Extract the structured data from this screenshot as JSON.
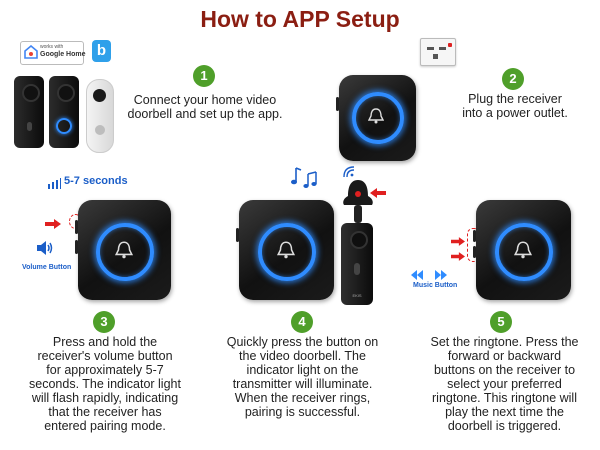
{
  "title": "How to APP Setup",
  "badges": {
    "google_small": "works with",
    "google_main": "Google Home",
    "blink_letter": "b"
  },
  "steps": [
    {
      "num": "1",
      "lines": [
        "Connect your home video",
        "doorbell and set up the app."
      ]
    },
    {
      "num": "2",
      "lines": [
        "Plug the receiver",
        "into a power outlet."
      ]
    },
    {
      "num": "3",
      "lines": [
        "Press and hold the",
        "receiver's volume button",
        "for approximately 5-7",
        "seconds. The indicator light",
        "will flash rapidly, indicating",
        "that the receiver has",
        "entered pairing mode."
      ]
    },
    {
      "num": "4",
      "lines": [
        "Quickly press the button on",
        "the video doorbell. The",
        "indicator light on the",
        "transmitter will illuminate.",
        "When the receiver rings,",
        "pairing is successful."
      ]
    },
    {
      "num": "5",
      "lines": [
        "Set the ringtone. Press the",
        "forward or backward",
        "buttons on the receiver to",
        "select your preferred",
        "ringtone. This ringtone will",
        "play the next time the",
        "doorbell is triggered."
      ]
    }
  ],
  "annotations": {
    "duration": "5-7 seconds",
    "volume_button": "Volume Button",
    "music_button": "Music Button",
    "doorbell_brand": "EKIS"
  },
  "colors": {
    "title": "#8b1e12",
    "step_badge": "#4f9f2a",
    "accent_blue": "#2f8cff",
    "arrow_red": "#e02020"
  }
}
